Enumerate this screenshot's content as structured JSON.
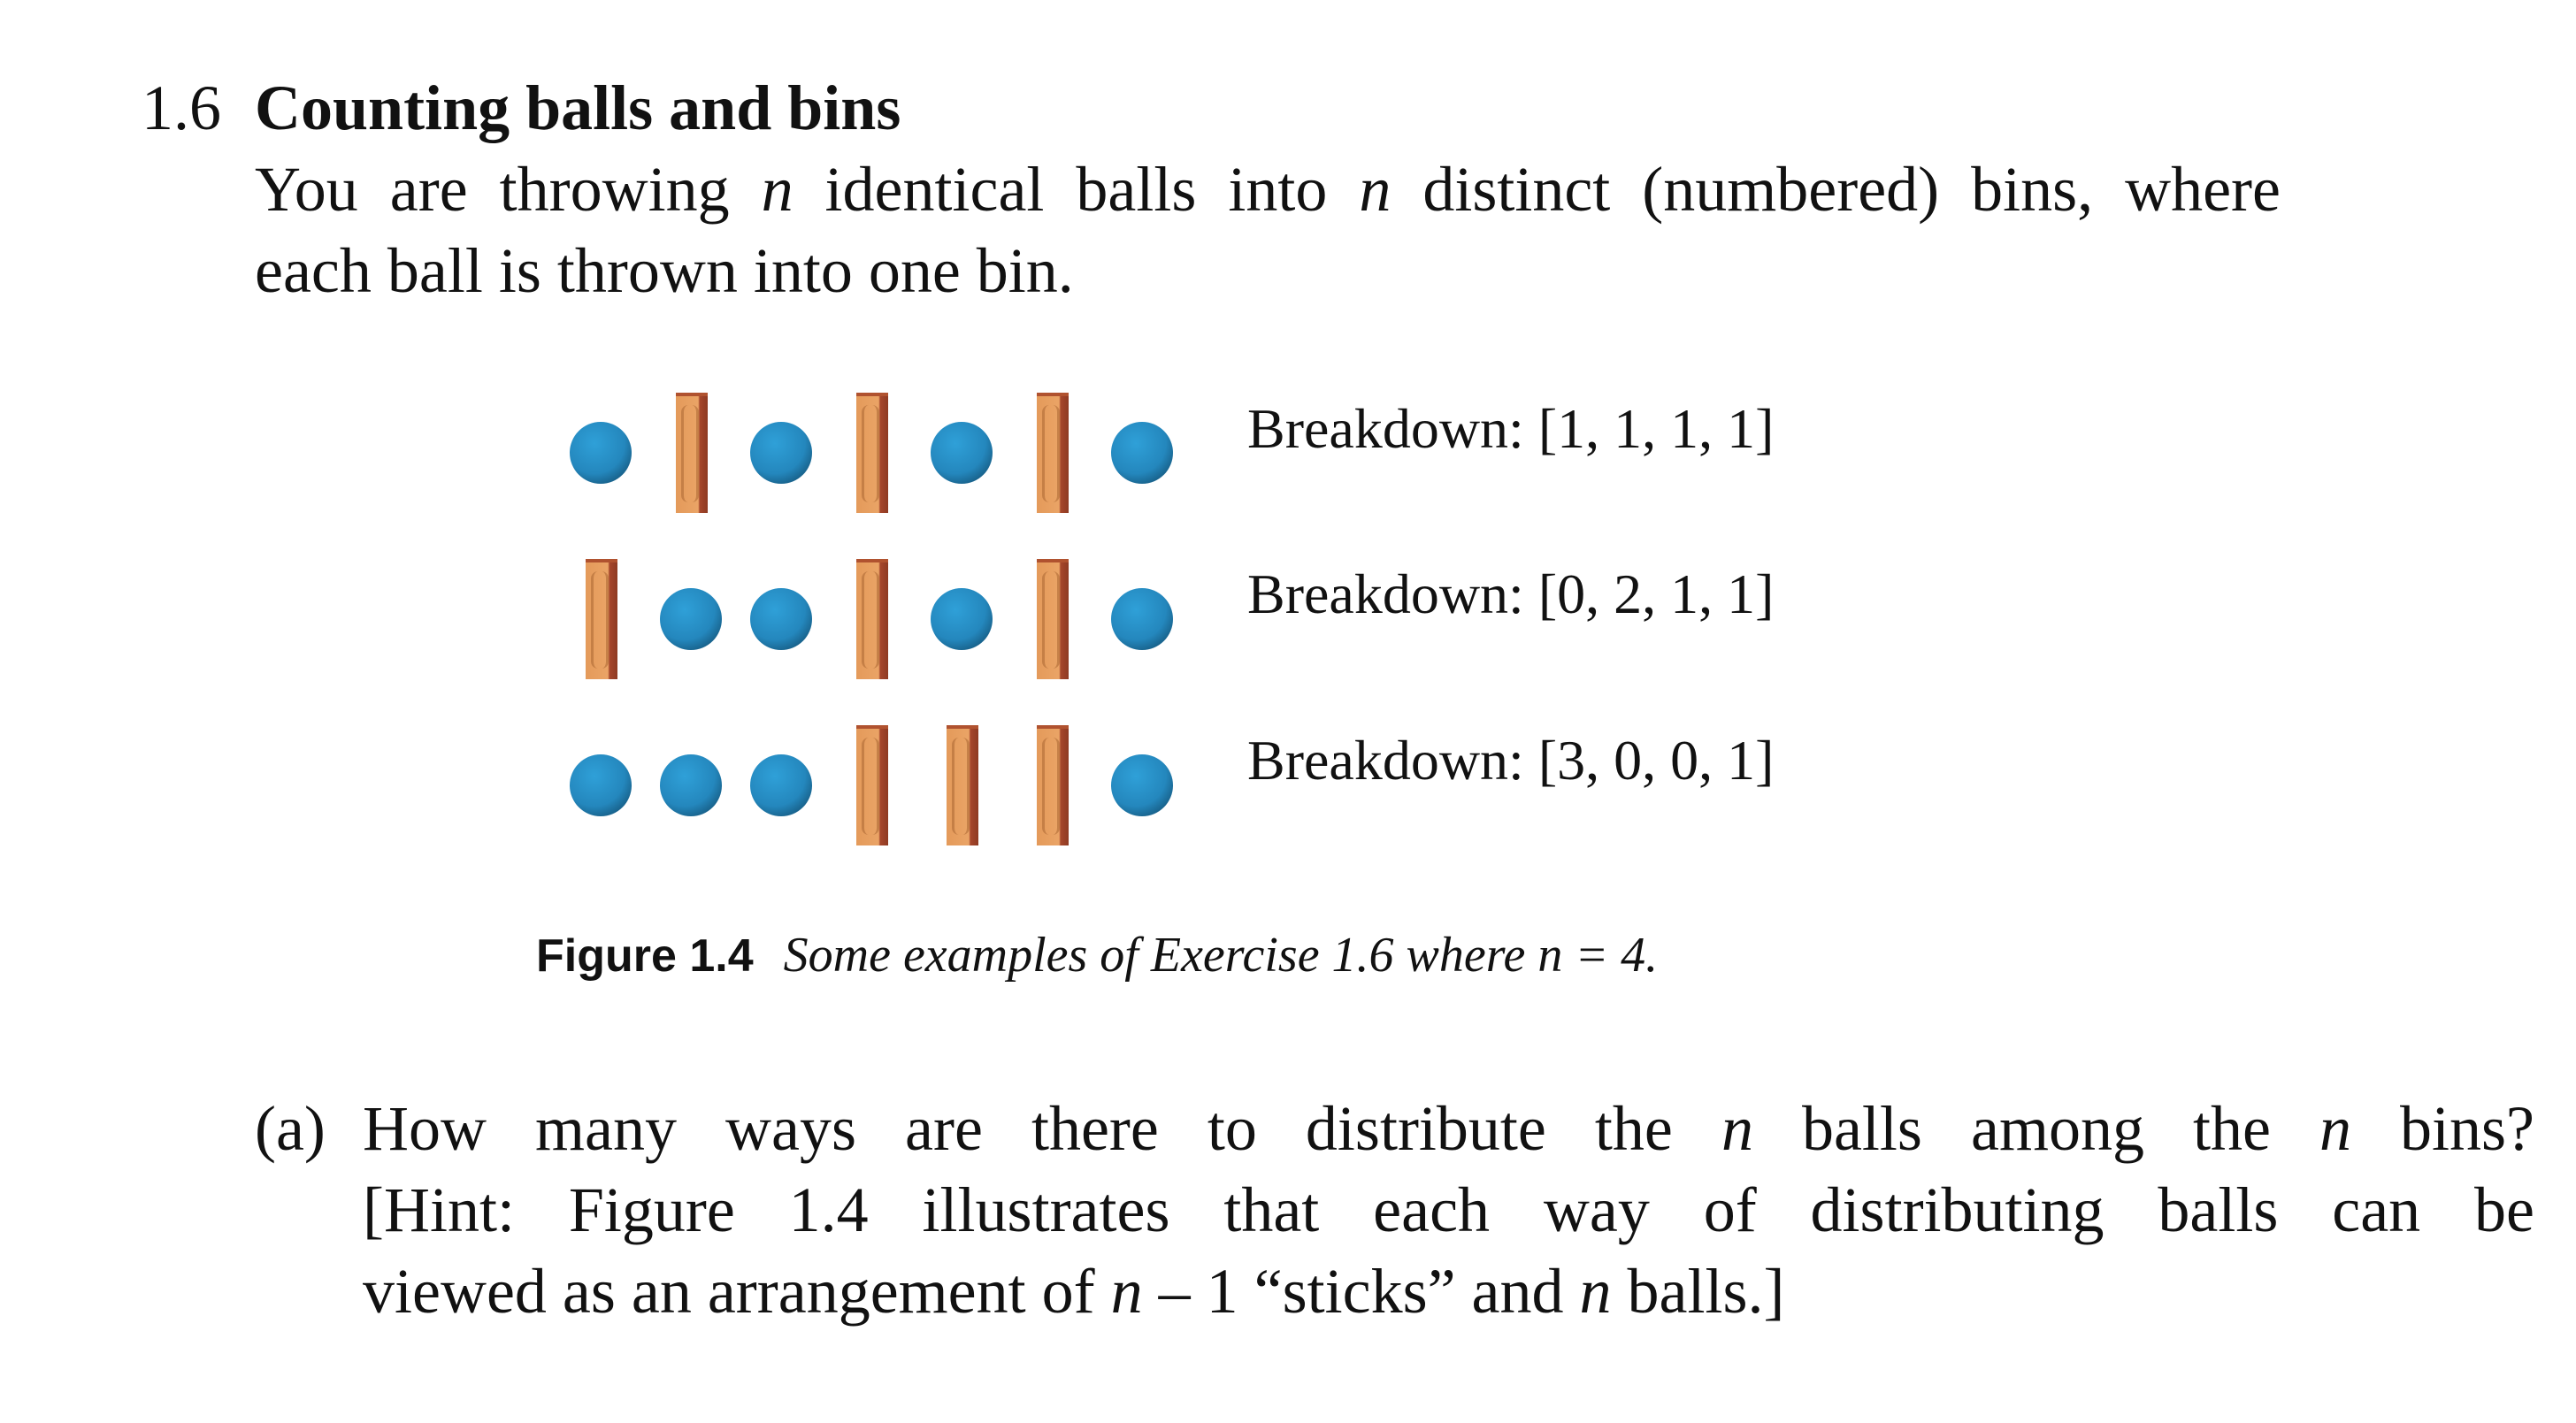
{
  "exercise": {
    "number": "1.6",
    "title": "Counting balls and bins",
    "intro_lines": [
      [
        "You are throwing ",
        "n",
        " identical balls into ",
        "n",
        " distinct (numbered) bins, where"
      ],
      [
        "each ball is thrown into one bin."
      ]
    ]
  },
  "figure": {
    "rows": [
      {
        "sequence": [
          "ball",
          "stick",
          "ball",
          "stick",
          "ball",
          "stick",
          "ball"
        ],
        "breakdown": "Breakdown: [1, 1, 1, 1]"
      },
      {
        "sequence": [
          "stick",
          "ball",
          "ball",
          "stick",
          "ball",
          "stick",
          "ball"
        ],
        "breakdown": "Breakdown: [0, 2, 1, 1]"
      },
      {
        "sequence": [
          "ball",
          "ball",
          "ball",
          "stick",
          "stick",
          "stick",
          "ball"
        ],
        "breakdown": "Breakdown: [3, 0, 0, 1]"
      }
    ],
    "caption_label": "Figure 1.4",
    "caption_text": "Some examples of Exercise 1.6 where n = 4.",
    "colors": {
      "ball": "#2487bd",
      "stick": "#e49a5a",
      "stick_edge": "#8e3a22"
    }
  },
  "part_a": {
    "label": "(a)",
    "lines": [
      [
        "How many ways are there to distribute the ",
        "n",
        " balls among the ",
        "n",
        " bins?"
      ],
      [
        "[Hint: Figure 1.4 illustrates that each way of distributing balls can be"
      ],
      [
        "viewed as an arrangement of ",
        "n",
        " – 1 “sticks” and ",
        "n",
        " balls.]"
      ]
    ]
  }
}
